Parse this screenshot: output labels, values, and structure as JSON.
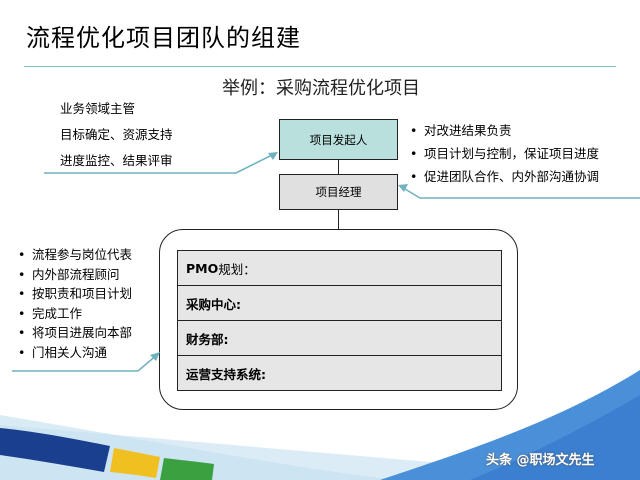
{
  "slide": {
    "title": "流程优化项目团队的组建",
    "subtitle": "举例：采购流程优化项目"
  },
  "sponsor_side": {
    "lines": [
      "业务领域主管",
      "目标确定、资源支持",
      "进度监控、结果评审"
    ]
  },
  "org": {
    "sponsor_label": "项目发起人",
    "manager_label": "项目经理",
    "team_rows": [
      {
        "bold": "PMO",
        "rest": "规划："
      },
      {
        "bold": "采购中心:",
        "rest": ""
      },
      {
        "bold": "财务部:",
        "rest": ""
      },
      {
        "bold": "运营支持系统:",
        "rest": ""
      }
    ]
  },
  "right_bullets": [
    "对改进结果负责",
    "项目计划与控制，保证项目进度",
    "促进团队合作、内外部沟通协调"
  ],
  "left_bullets": [
    "流程参与岗位代表",
    "内外部流程顾问",
    "按职责和项目计划",
    "完成工作",
    "将项目进展向本部",
    "门相关人沟通"
  ],
  "watermark": "头条 @职场文先生",
  "colors": {
    "sponsor_fill": "#b9e0dd",
    "manager_fill": "#e0e0e0",
    "row_fill": "#e6e6e6",
    "accent": "#7ec0c8"
  }
}
